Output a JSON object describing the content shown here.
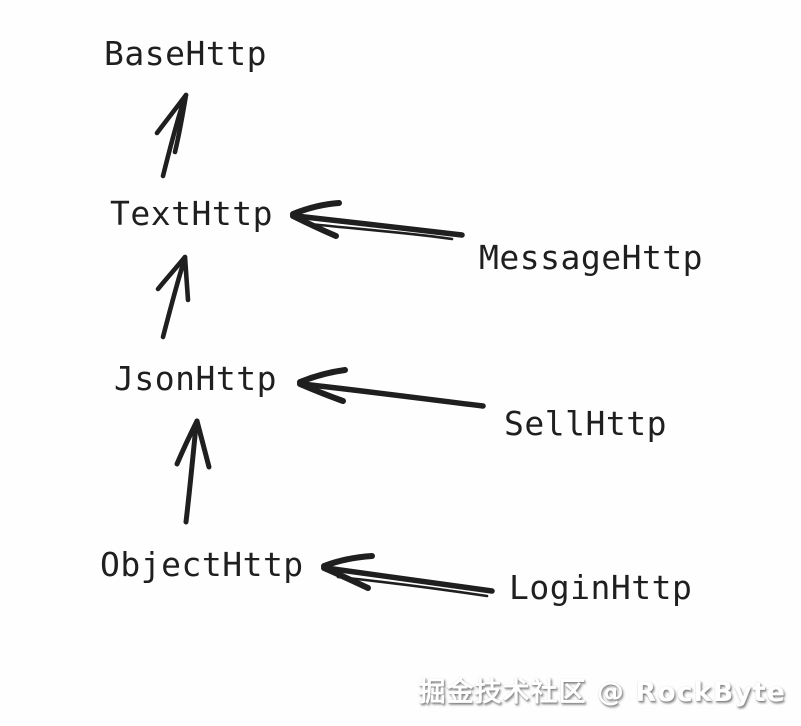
{
  "diagram": {
    "title_hint": "http-class-inheritance-sketch",
    "ink_color": "#1f1f1f",
    "nodes": [
      {
        "id": "base",
        "label": "BaseHttp"
      },
      {
        "id": "text",
        "label": "TextHttp"
      },
      {
        "id": "json",
        "label": "JsonHttp"
      },
      {
        "id": "object",
        "label": "ObjectHttp"
      },
      {
        "id": "message",
        "label": "MessageHttp"
      },
      {
        "id": "sell",
        "label": "SellHttp"
      },
      {
        "id": "login",
        "label": "LoginHttp"
      }
    ],
    "edges": [
      {
        "from": "TextHttp",
        "to": "BaseHttp",
        "direction": "up"
      },
      {
        "from": "JsonHttp",
        "to": "TextHttp",
        "direction": "up"
      },
      {
        "from": "ObjectHttp",
        "to": "JsonHttp",
        "direction": "up"
      },
      {
        "from": "MessageHttp",
        "to": "TextHttp",
        "direction": "left"
      },
      {
        "from": "SellHttp",
        "to": "JsonHttp",
        "direction": "left"
      },
      {
        "from": "LoginHttp",
        "to": "ObjectHttp",
        "direction": "left"
      }
    ]
  },
  "watermark": {
    "text": "掘金技术社区 @ RockByte",
    "text_color": "#ffffff",
    "shadow_color": "#6e6e6e"
  }
}
